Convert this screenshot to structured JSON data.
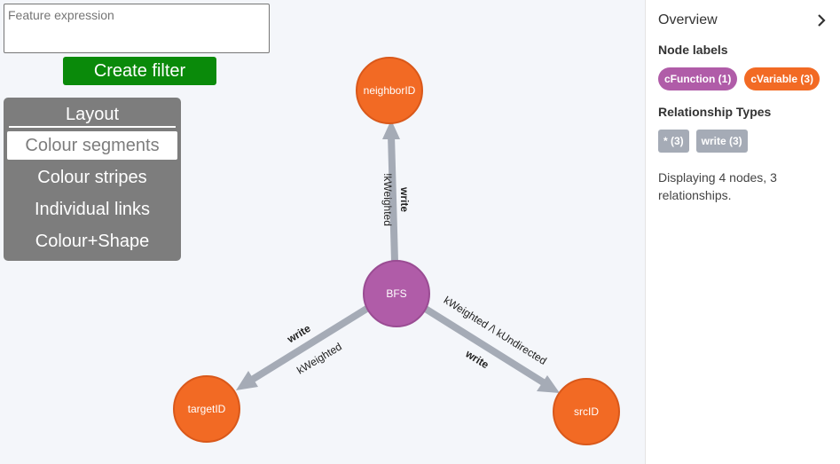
{
  "filter": {
    "placeholder": "Feature expression",
    "create_label": "Create filter"
  },
  "layout": {
    "title": "Layout",
    "options": [
      "Colour segments",
      "Colour stripes",
      "Individual links",
      "Colour+Shape"
    ],
    "selected": "Colour segments"
  },
  "graph": {
    "nodes": {
      "bfs": {
        "label": "BFS",
        "color": "#b05ca8",
        "border": "#9a4c93"
      },
      "neighbor": {
        "label": "neighborID",
        "color": "#f26a24",
        "border": "#d9581a"
      },
      "target": {
        "label": "targetID",
        "color": "#f26a24",
        "border": "#d9581a"
      },
      "src": {
        "label": "srcID",
        "color": "#f26a24",
        "border": "#d9581a"
      }
    },
    "edges": {
      "to_neighbor": {
        "type": "write",
        "props": "!kWeighted"
      },
      "to_target": {
        "type": "write",
        "props": "kWeighted"
      },
      "to_src": {
        "type": "write",
        "props": "kWeighted /\\ kUndirected"
      }
    }
  },
  "overview": {
    "title": "Overview",
    "node_labels_title": "Node labels",
    "node_labels": [
      {
        "label": "cFunction (1)",
        "color": "#b05ca8"
      },
      {
        "label": "cVariable (3)",
        "color": "#f26a24"
      }
    ],
    "rel_types_title": "Relationship Types",
    "rel_types": [
      "* (3)",
      "write (3)"
    ],
    "summary": "Displaying 4 nodes, 3 relationships."
  }
}
